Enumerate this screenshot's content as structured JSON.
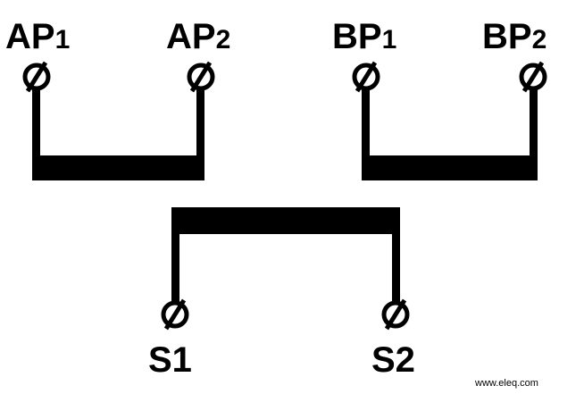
{
  "terminals": {
    "ap1": {
      "main": "AP",
      "sub": "1"
    },
    "ap2": {
      "main": "AP",
      "sub": "2"
    },
    "bp1": {
      "main": "BP",
      "sub": "1"
    },
    "bp2": {
      "main": "BP",
      "sub": "2"
    },
    "s1": {
      "label": "S1"
    },
    "s2": {
      "label": "S2"
    }
  },
  "watermark": "www.eleq.com",
  "colors": {
    "ink": "#000000",
    "background": "#ffffff"
  },
  "icons": {
    "terminal": "screw-terminal-icon"
  }
}
